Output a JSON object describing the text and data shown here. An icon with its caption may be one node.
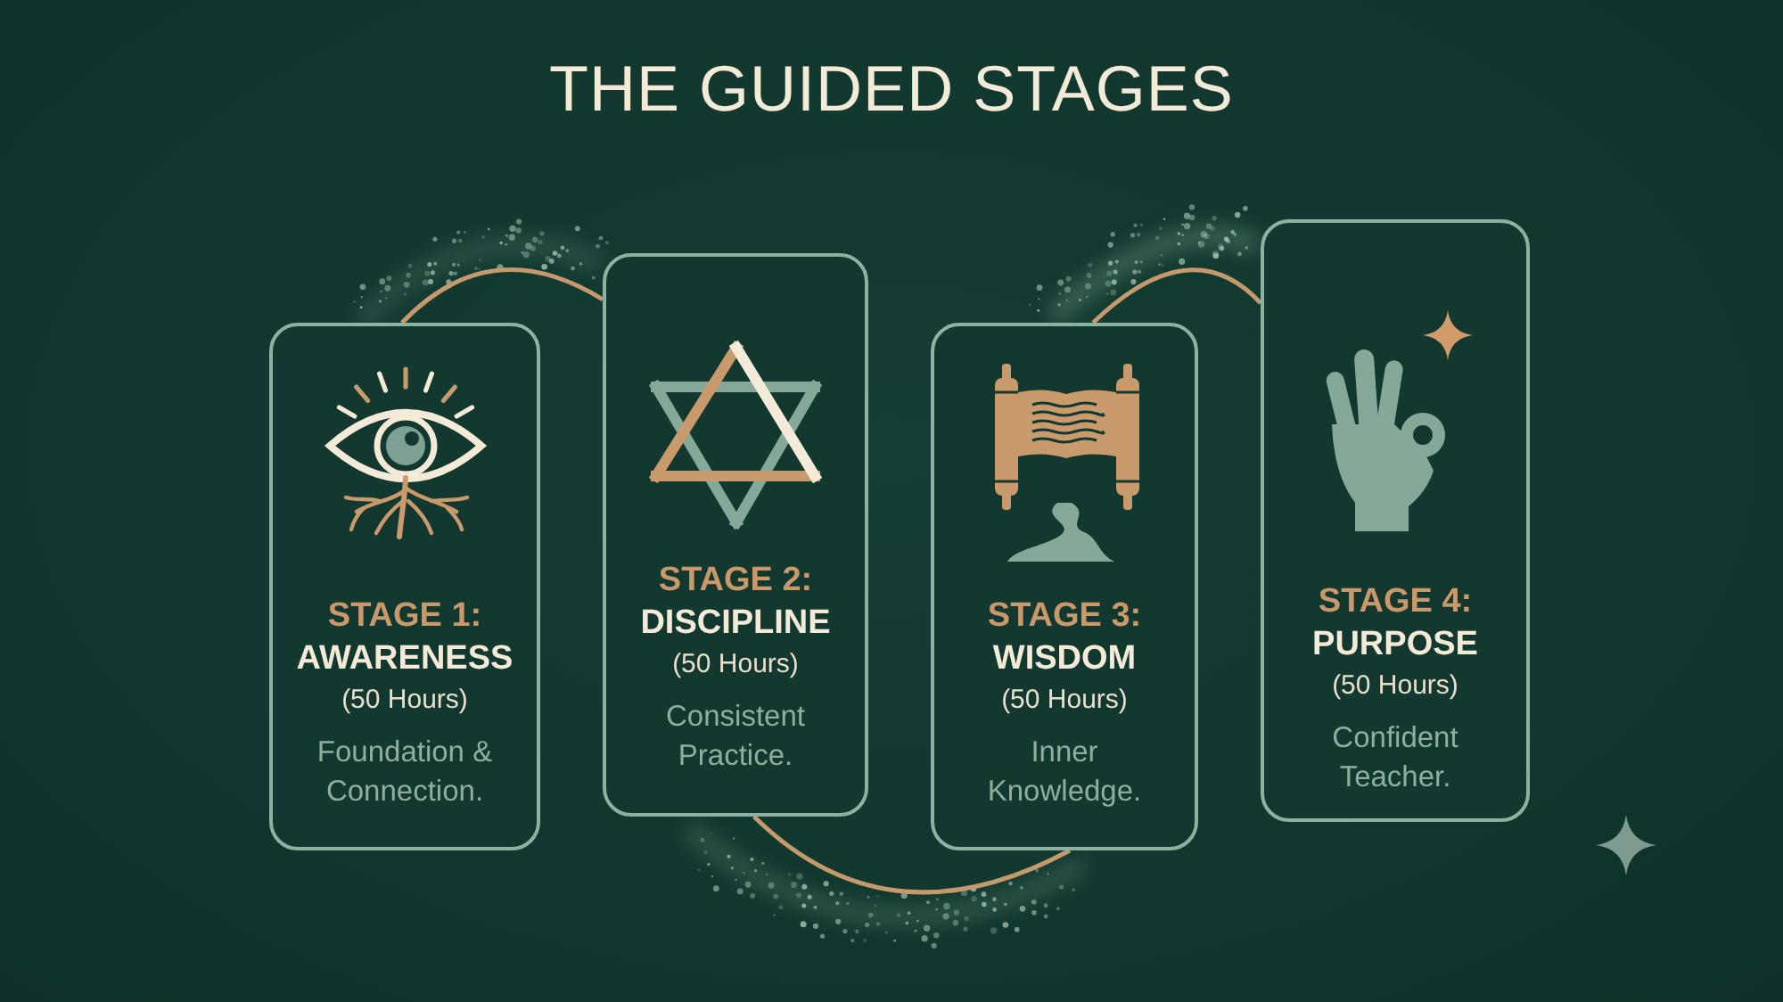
{
  "diagram": {
    "title": "THE GUIDED STAGES",
    "nodes": [
      {
        "text": [
          "STAGE 1:",
          "AWARENESS",
          "(50 Hours)",
          "Foundation & Connection."
        ]
      },
      {
        "text": [
          "STAGE 2:",
          "DISCIPLINE",
          "(50 Hours)",
          "Consistent Practice."
        ]
      },
      {
        "text": [
          "STAGE 3:",
          "WISDOM",
          "(50 Hours)",
          "Inner Knowledge."
        ]
      },
      {
        "text": [
          "STAGE 4:",
          "PURPOSE",
          "(50 Hours)",
          "Confident Teacher."
        ]
      }
    ],
    "edges": [
      {
        "from": 0,
        "to": 1,
        "arrow": "none"
      },
      {
        "from": 1,
        "to": 2,
        "arrow": "none"
      },
      {
        "from": 2,
        "to": 3,
        "arrow": "none"
      }
    ]
  }
}
